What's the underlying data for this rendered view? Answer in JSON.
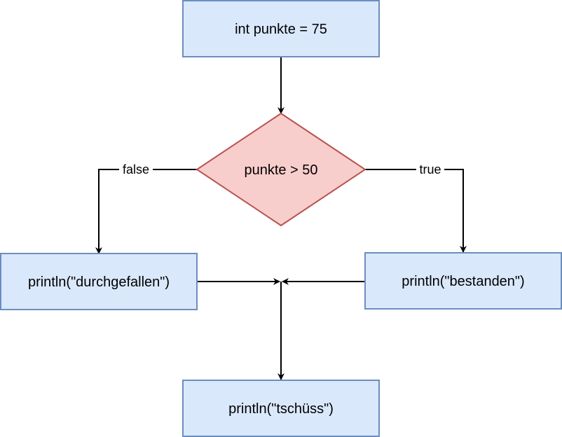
{
  "nodes": {
    "init": "int punkte = 75",
    "condition": "punkte > 50",
    "false_branch": "println(\"durchgefallen\")",
    "true_branch": "println(\"bestanden\")",
    "end": "println(\"tschüss\")"
  },
  "edges": {
    "false_label": "false",
    "true_label": "true"
  },
  "colors": {
    "process_fill": "#dae8fc",
    "process_stroke": "#6c8ebf",
    "decision_fill": "#f8cecc",
    "decision_stroke": "#b85450",
    "edge": "#000000"
  }
}
